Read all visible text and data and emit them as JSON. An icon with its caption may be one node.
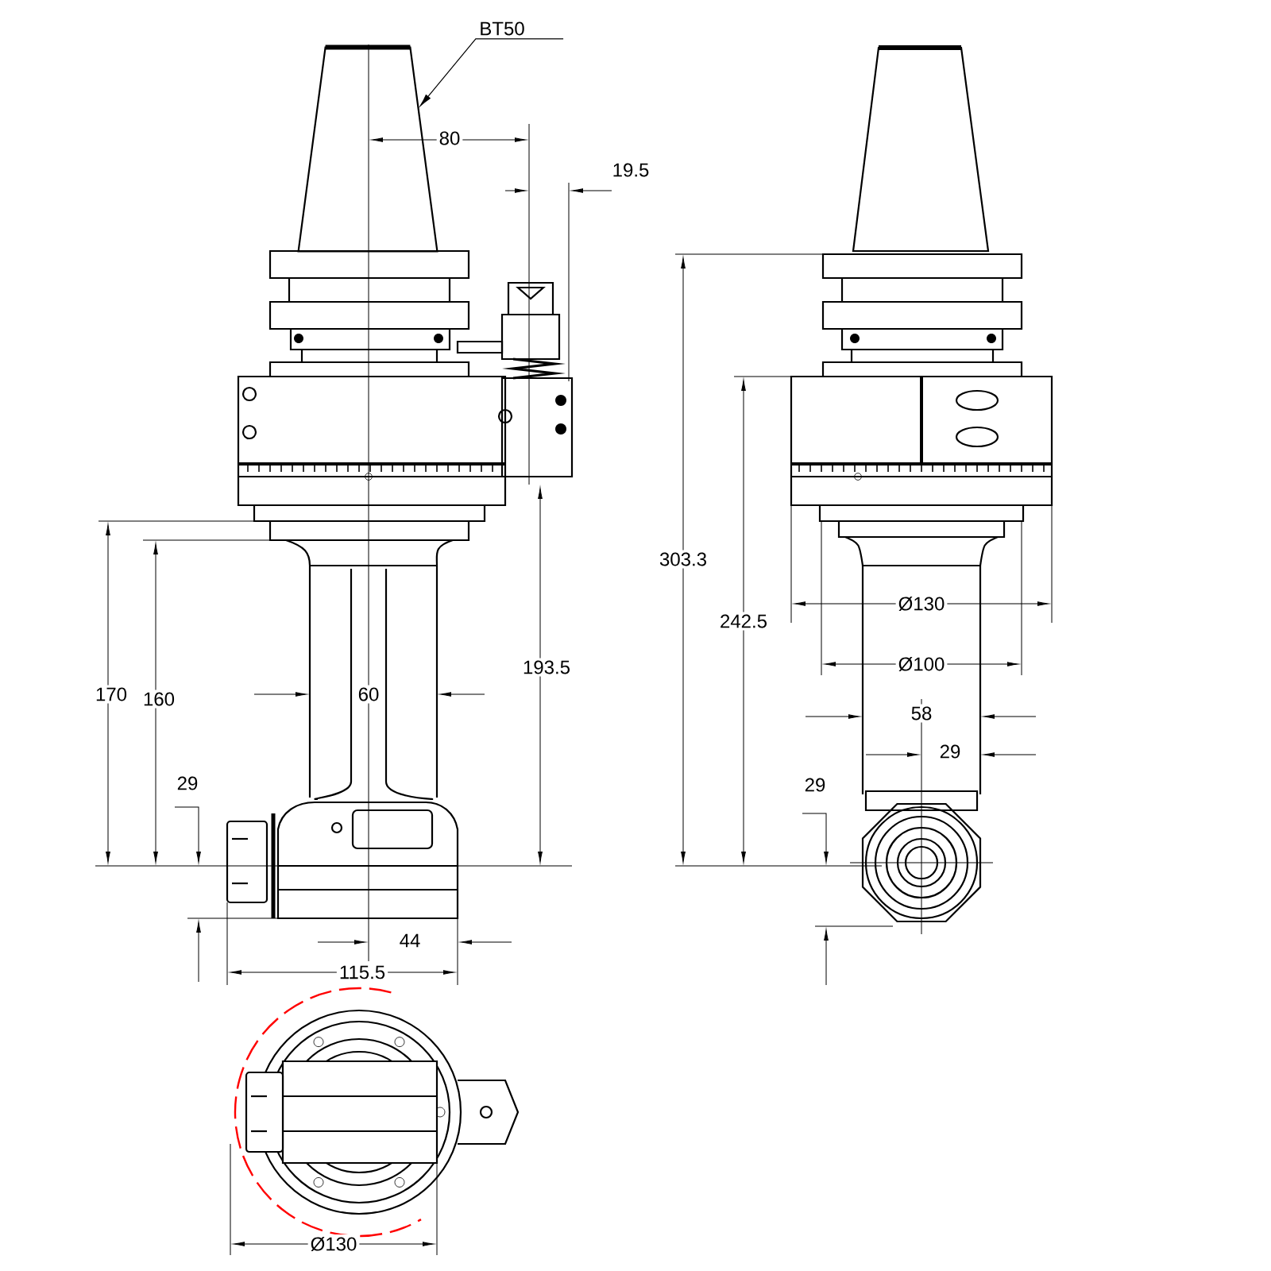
{
  "diagram": {
    "nodes": [
      {
        "text": [
          "BT50"
        ]
      },
      {
        "text": [],
        "shape": "picture"
      }
    ],
    "edges": [
      {
        "from": 0,
        "to": 1,
        "arrow": "to"
      }
    ],
    "labels": [
      "80",
      "19.5",
      "303.3",
      "Ø130",
      "242.5",
      "Ø100",
      "193.5",
      "170",
      "160",
      "60",
      "58",
      "29",
      "29",
      "29",
      "44",
      "115.5",
      "Ø130"
    ]
  }
}
